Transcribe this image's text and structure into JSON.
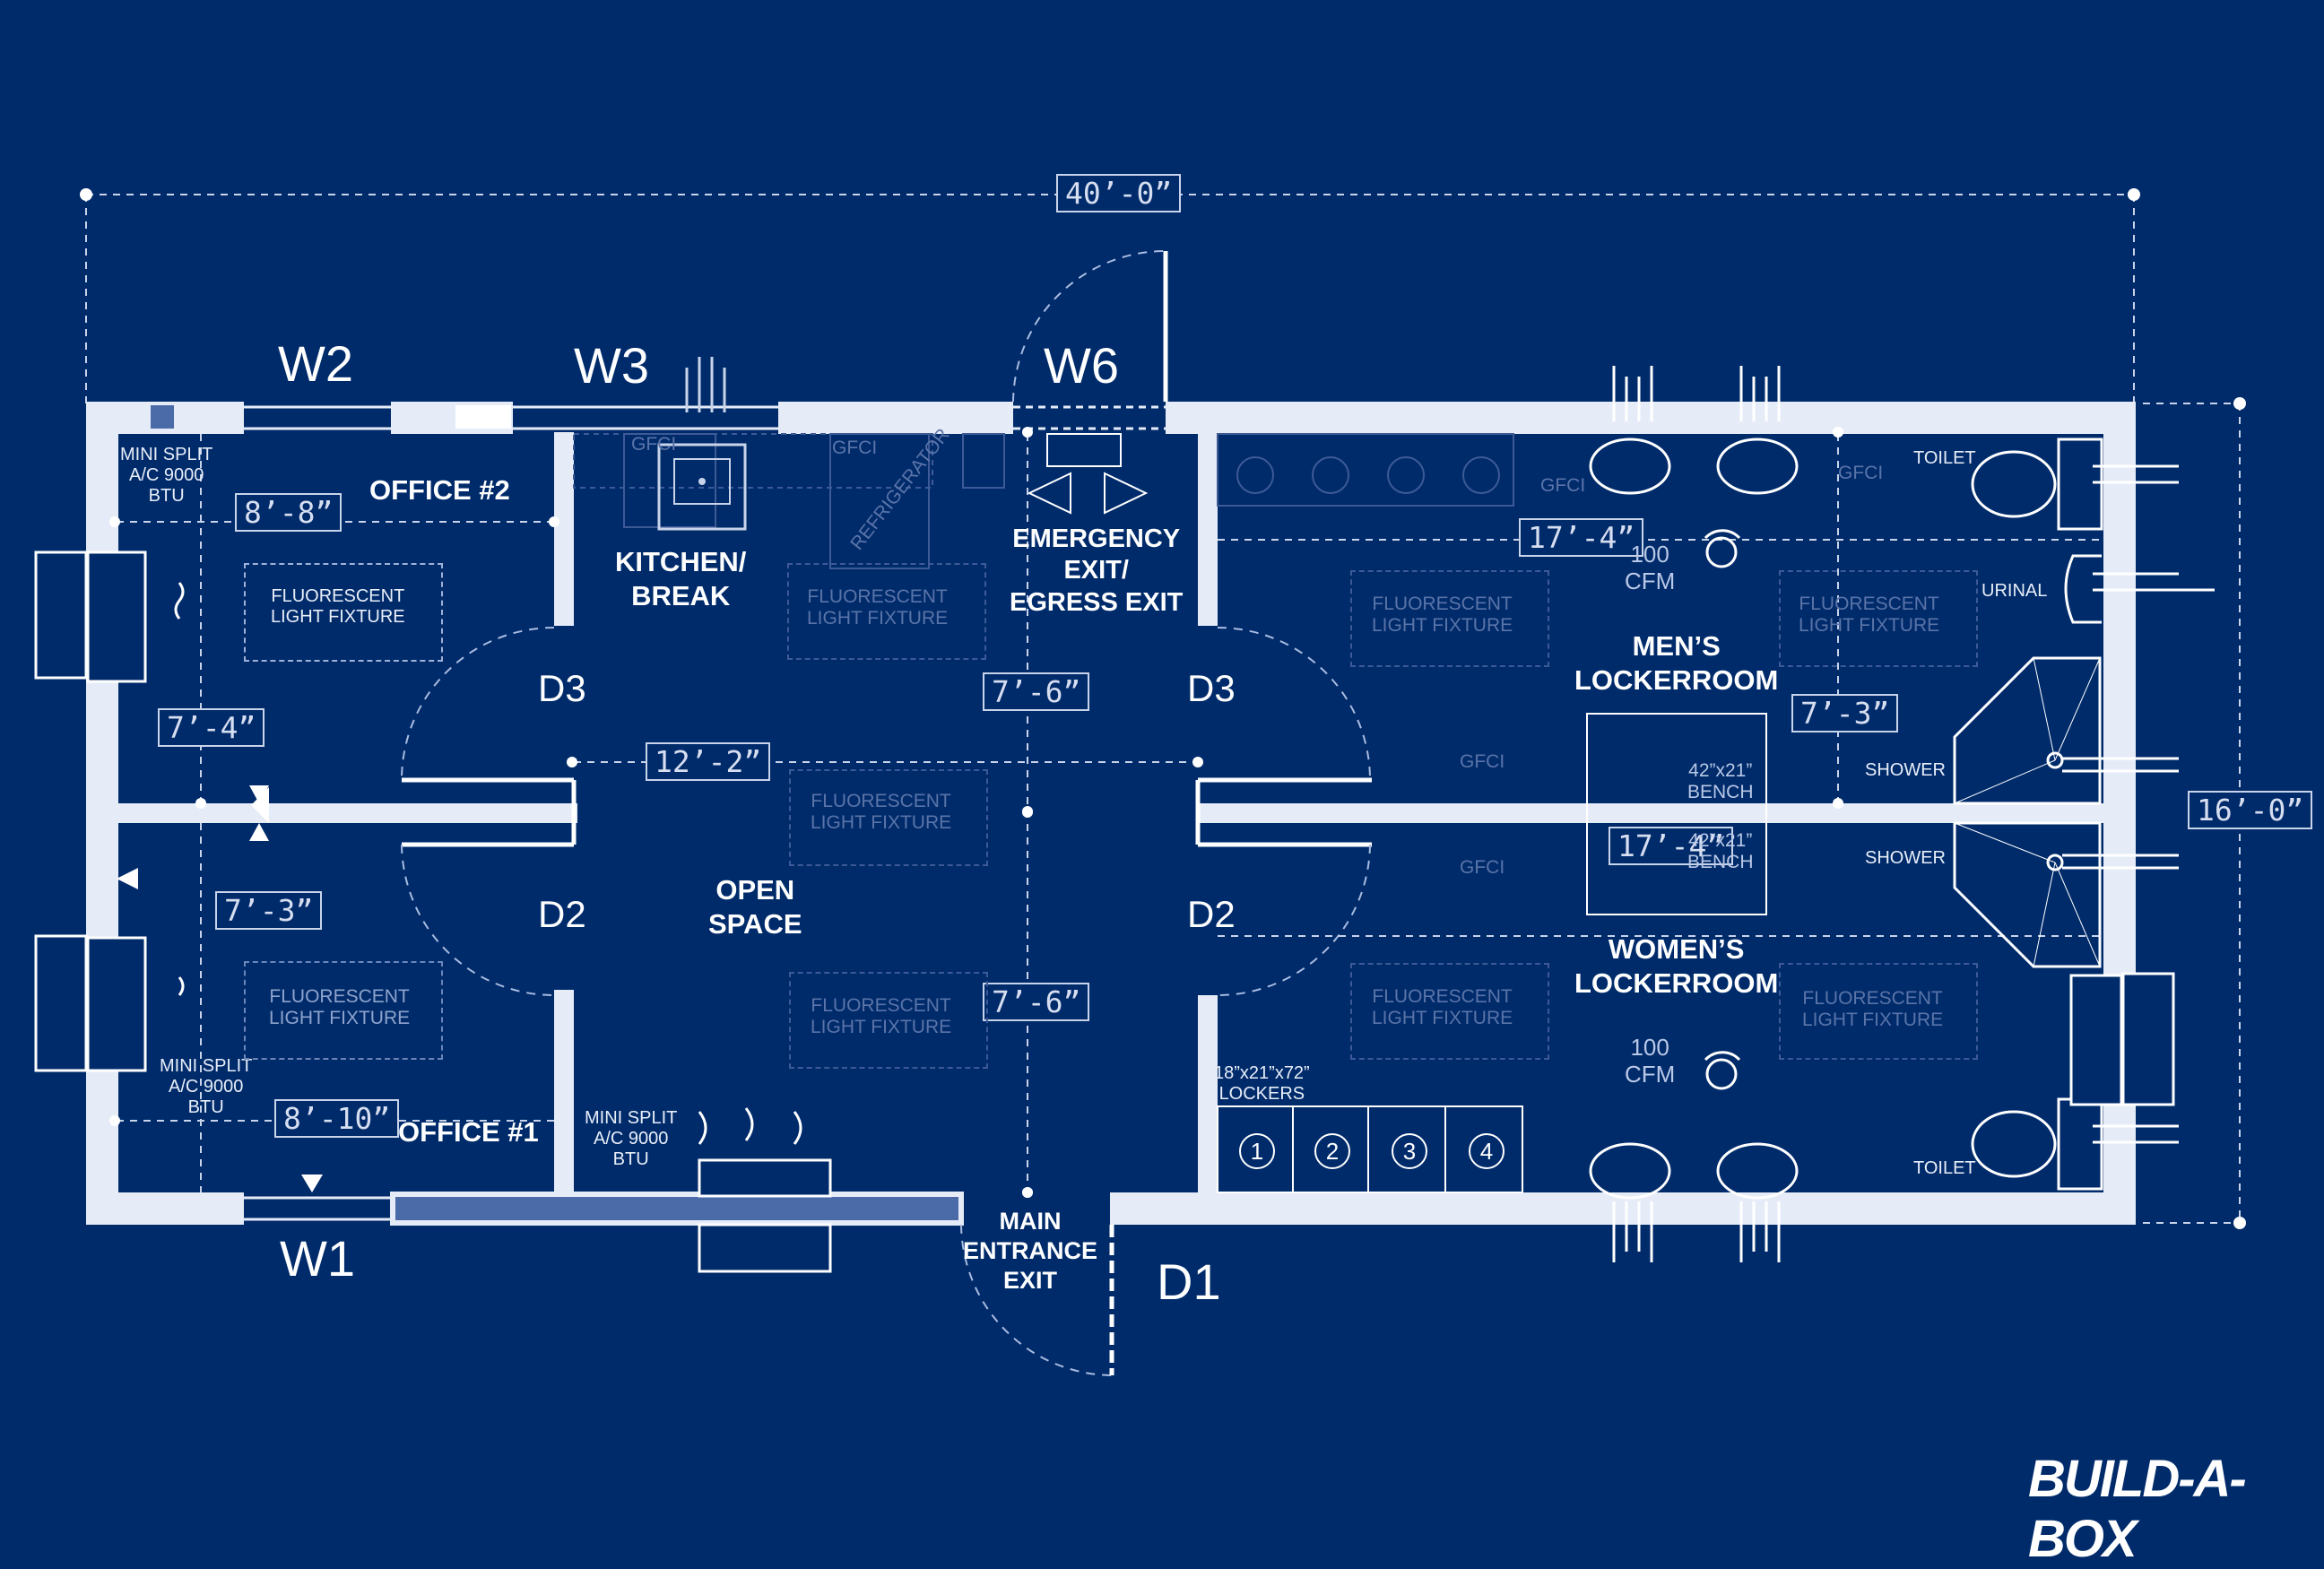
{
  "colors": {
    "background": "#002b6b",
    "wall": "#e6ecf7",
    "line": "#ffffff",
    "faint": "#5a74a8"
  },
  "dimensions": {
    "overall_length": "40’-0”",
    "overall_width": "16’-0”",
    "office2_width": "8’-8”",
    "office1_width": "8’-10”",
    "office2_depth": "7’-4”",
    "office1_depth": "7’-3”",
    "open_space_width": "12’-2”",
    "emergency_exit_depth": "7’-6”",
    "open_space_depth": "7’-6”",
    "mens_length": "17’-4”",
    "womens_length": "17’-4”",
    "mens_depth": "7’-3”"
  },
  "openings": {
    "window_1": "W1",
    "window_2": "W2",
    "window_3": "W3",
    "window_6": "W6",
    "door_1": "D1",
    "door_2_left": "D2",
    "door_2_right": "D2",
    "door_3_left": "D3",
    "door_3_right": "D3"
  },
  "rooms": {
    "office2": "OFFICE #2",
    "office1": "OFFICE #1",
    "kitchen": "KITCHEN/\nBREAK",
    "emergency_exit": "EMERGENCY\nEXIT/\nEGRESS EXIT",
    "open_space": "OPEN\nSPACE",
    "mens": "MEN’S\nLOCKERROOM",
    "womens": "WOMEN’S\nLOCKERROOM",
    "main_entrance": "MAIN\nENTRANCE\nEXIT"
  },
  "fixtures": {
    "mini_split_top": "MINI SPLIT\nA/C 9000\nBTU",
    "mini_split_left": "MINI SPLIT\nA/C 9000\nBTU",
    "mini_split_bottom": "MINI SPLIT\nA/C 9000\nBTU",
    "light_fixture": "FLUORESCENT\nLIGHT FIXTURE",
    "refrigerator": "REFRIGERATOR",
    "gfci": "GFCI",
    "fan_cfm": "100\nCFM",
    "bench": "42”x21”\nBENCH",
    "lockers": "18”x21”x72”\nLOCKERS",
    "toilet": "TOILET",
    "urinal": "URINAL",
    "shower": "SHOWER",
    "locker_numbers": [
      "1",
      "2",
      "3",
      "4"
    ]
  },
  "logo": "BUILD-A-BOX"
}
